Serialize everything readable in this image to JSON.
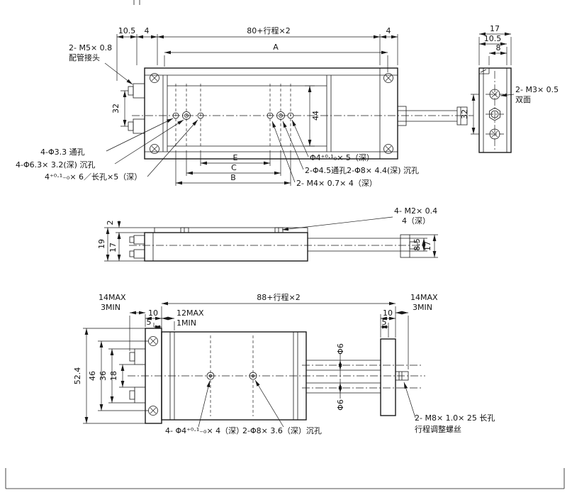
{
  "colors": {
    "line": "#1a1a1a",
    "background": "#ffffff"
  },
  "front_view": {
    "dims": {
      "left_offset": "10.5",
      "left_end": "4",
      "stroke_length": "80+行程×2",
      "right_end": "4",
      "span_a": "A",
      "port_pitch": "32",
      "body_width": "44",
      "pitch_e": "E",
      "pitch_c": "C",
      "pitch_b": "B"
    },
    "labels": {
      "port_thread": "2- M5× 0.8",
      "port_name": "配管接头",
      "through_hole": "4-Φ3.3 通孔",
      "counterbore": "4-Φ6.3× 3.2(深) 沉孔",
      "slot": "4⁺⁰·¹₋₀× 6／长孔×5（深）",
      "pin_hole": "Φ4⁺⁰·¹₀× 5（深）",
      "through_hole2": "2-Φ4.5通孔2-Φ8× 4.4(深) 沉孔",
      "tap": "2- M4× 0.7× 4（深）"
    }
  },
  "side_view": {
    "dims": {
      "width": "17",
      "width_inner": "10.5",
      "hole_offset": "8",
      "height": "32"
    },
    "labels": {
      "tap": "2- M3× 0.5",
      "both_sides": "双面"
    }
  },
  "elevation_view": {
    "dims": {
      "table_height": "2",
      "total_height": "19",
      "body_height": "17",
      "rail_height": "8.5",
      "end_height": "17"
    },
    "labels": {
      "tap": "4- M2× 0.4",
      "tap_depth": "4（深）"
    }
  },
  "bottom_view": {
    "dims": {
      "stroke_length": "88+行程×2",
      "left_max": "14MAX",
      "left_min": "3MIN",
      "plate_10": "10",
      "plate_5": "5",
      "gap_max": "12MAX",
      "gap_min": "1MIN",
      "right_max": "14MAX",
      "right_min": "3MIN",
      "rplate_10": "10",
      "rplate_5": "5",
      "height_524": "52.4",
      "height_46": "46",
      "height_36": "36",
      "height_18": "18",
      "rod_dia_top": "Φ6",
      "rod_dia_bottom": "Φ6"
    },
    "labels": {
      "pin_hole": "4- Φ4⁺⁰·¹₋₀× 4（深）",
      "counterbore": "2-Φ8× 3.6（深）沉孔",
      "adjust_screw": "2- M8× 1.0× 25 长孔",
      "adjust_screw_name": "行程调整螺丝"
    }
  }
}
